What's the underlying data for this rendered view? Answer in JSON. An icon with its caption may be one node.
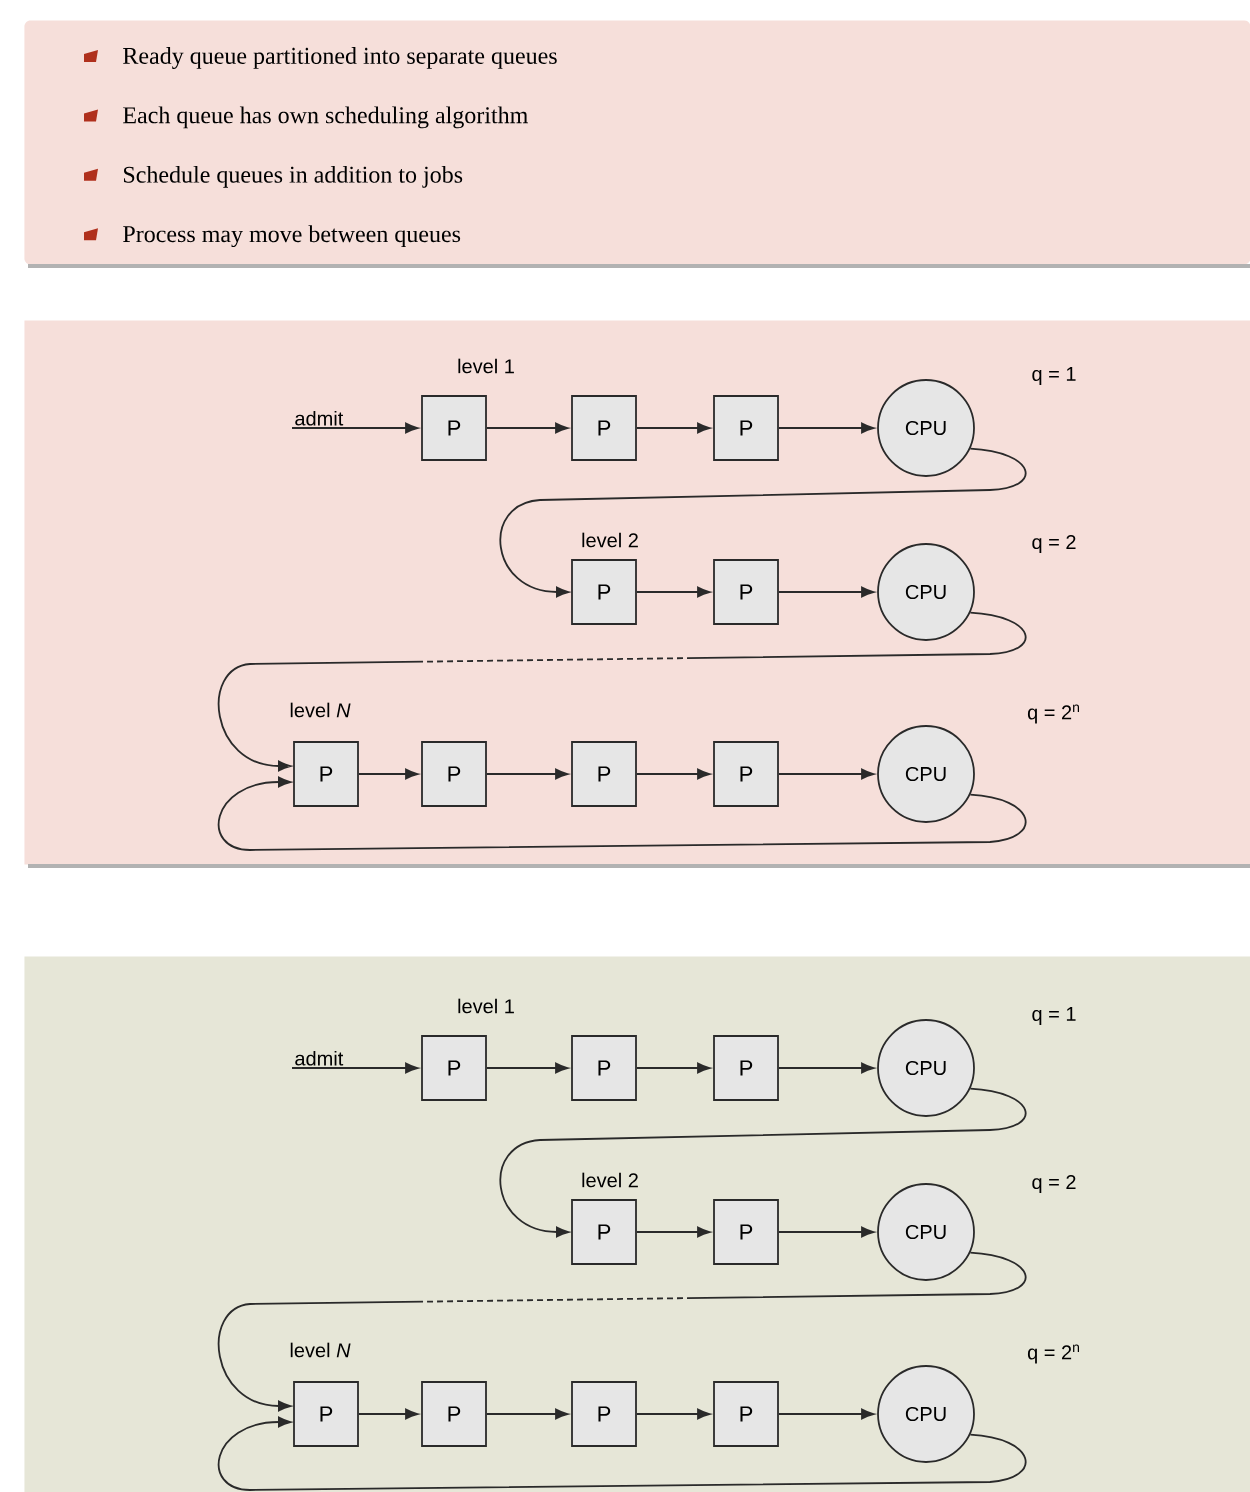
{
  "diagram": {
    "nodes": [
      {
        "text": [
          "Ready queue partitioned into separate queues",
          "Each queue has own scheduling algorithm",
          "Schedule queues in addition to jobs",
          "Process may move between queues"
        ]
      },
      {
        "text": [],
        "shape": "box"
      },
      {
        "text": [
          "admit"
        ],
        "in": 1
      },
      {
        "text": [
          "P"
        ],
        "in": 1,
        "beside": [
          "level 1"
        ]
      },
      {
        "text": [
          "P"
        ],
        "in": 1
      },
      {
        "text": [
          "P"
        ],
        "in": 1
      },
      {
        "text": [
          "CPU"
        ],
        "in": 1,
        "beside": [
          "q = 1"
        ]
      },
      {
        "text": [
          "P"
        ],
        "in": 1,
        "beside": [
          "level 2"
        ]
      },
      {
        "text": [
          "P"
        ],
        "in": 1
      },
      {
        "text": [
          "CPU"
        ],
        "in": 1,
        "beside": [
          "q = 2"
        ]
      },
      {
        "text": [
          "P"
        ],
        "in": 1,
        "beside": [
          "level *N*"
        ]
      },
      {
        "text": [
          "P"
        ],
        "in": 1
      },
      {
        "text": [
          "P"
        ],
        "in": 1
      },
      {
        "text": [
          "P"
        ],
        "in": 1
      },
      {
        "text": [
          "CPU"
        ],
        "in": 1,
        "beside": [
          "q = 2$^{n}$"
        ]
      },
      {
        "text": [],
        "shape": "box"
      },
      {
        "text": [
          "admit"
        ],
        "in": 15
      },
      {
        "text": [
          "P"
        ],
        "in": 15,
        "beside": [
          "level 1"
        ]
      },
      {
        "text": [
          "P"
        ],
        "in": 15
      },
      {
        "text": [
          "P"
        ],
        "in": 15
      },
      {
        "text": [
          "CPU"
        ],
        "in": 15,
        "beside": [
          "q = 1"
        ]
      },
      {
        "text": [
          "P"
        ],
        "in": 15,
        "beside": [
          "level 2"
        ]
      },
      {
        "text": [
          "P"
        ],
        "in": 15
      },
      {
        "text": [
          "CPU"
        ],
        "in": 15,
        "beside": [
          "q = 2"
        ]
      },
      {
        "text": [
          "P"
        ],
        "in": 15,
        "beside": [
          "level *N*"
        ]
      },
      {
        "text": [
          "P"
        ],
        "in": 15
      },
      {
        "text": [
          "P"
        ],
        "in": 15
      },
      {
        "text": [
          "P"
        ],
        "in": 15
      },
      {
        "text": [
          "CPU"
        ],
        "in": 15,
        "beside": [
          "q = 2$^{n}$"
        ]
      }
    ],
    "edges": [
      {
        "from": 2,
        "to": 3,
        "arrow": "to"
      },
      {
        "from": 3,
        "to": 4,
        "arrow": "to"
      },
      {
        "from": 4,
        "to": 5,
        "arrow": "to"
      },
      {
        "from": 5,
        "to": 6,
        "arrow": "to"
      },
      {
        "from": 6,
        "to": 7,
        "arrow": "to"
      },
      {
        "from": 7,
        "to": 8,
        "arrow": "to"
      },
      {
        "from": 8,
        "to": 9,
        "arrow": "to"
      },
      {
        "from": 9,
        "to": 10,
        "arrow": "to",
        "style": "dashed"
      },
      {
        "from": 10,
        "to": 11,
        "arrow": "to"
      },
      {
        "from": 11,
        "to": 12,
        "arrow": "to"
      },
      {
        "from": 12,
        "to": 13,
        "arrow": "to"
      },
      {
        "from": 13,
        "to": 14,
        "arrow": "to"
      },
      {
        "from": 14,
        "to": 10,
        "arrow": "to"
      },
      {
        "from": 16,
        "to": 17,
        "arrow": "to"
      },
      {
        "from": 17,
        "to": 18,
        "arrow": "to"
      },
      {
        "from": 18,
        "to": 19,
        "arrow": "to"
      },
      {
        "from": 19,
        "to": 20,
        "arrow": "to"
      },
      {
        "from": 20,
        "to": 21,
        "arrow": "to"
      },
      {
        "from": 21,
        "to": 22,
        "arrow": "to"
      },
      {
        "from": 22,
        "to": 23,
        "arrow": "to"
      },
      {
        "from": 23,
        "to": 24,
        "arrow": "to",
        "style": "dashed"
      },
      {
        "from": 24,
        "to": 25,
        "arrow": "to"
      },
      {
        "from": 25,
        "to": 26,
        "arrow": "to"
      },
      {
        "from": 26,
        "to": 27,
        "arrow": "to"
      },
      {
        "from": 27,
        "to": 28,
        "arrow": "to"
      },
      {
        "from": 28,
        "to": 24,
        "arrow": "to"
      }
    ]
  }
}
